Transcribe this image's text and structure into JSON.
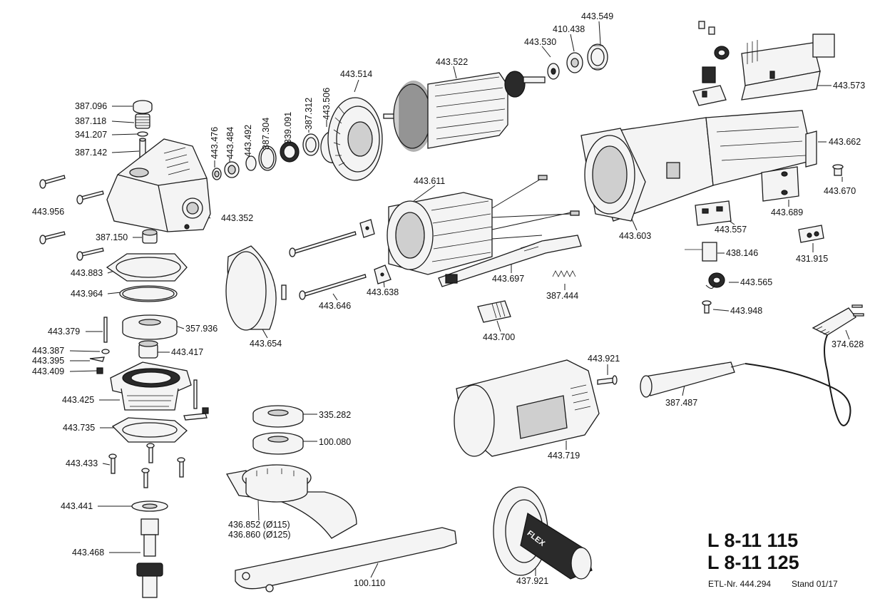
{
  "title": {
    "line1": "L 8-11 115",
    "line2": "L 8-11 125"
  },
  "footer": {
    "etl": "ETL-Nr. 444.294",
    "stand": "Stand 01/17"
  },
  "parts": {
    "p387_096": "387.096",
    "p387_118": "387.118",
    "p341_207": "341.207",
    "p387_142": "387.142",
    "p443_956": "443.956",
    "p443_352": "443.352",
    "p387_150": "387.150",
    "p443_883": "443.883",
    "p443_964": "443.964",
    "p443_379": "443.379",
    "p357_936": "357.936",
    "p443_387": "443.387",
    "p443_395": "443.395",
    "p443_409": "443.409",
    "p443_417": "443.417",
    "p443_425": "443.425",
    "p443_735": "443.735",
    "p443_433": "443.433",
    "p443_441": "443.441",
    "p443_468": "443.468",
    "p443_476": "443.476",
    "p443_484": "443.484",
    "p443_492": "443.492",
    "p387_304": "387.304",
    "p339_091": "339.091",
    "p387_312": "387.312",
    "p443_506": "443.506",
    "p443_514": "443.514",
    "p443_522": "443.522",
    "p443_530": "443.530",
    "p410_438": "410.438",
    "p443_549": "443.549",
    "p443_573": "443.573",
    "p443_662": "443.662",
    "p443_670": "443.670",
    "p443_689": "443.689",
    "p443_603": "443.603",
    "p443_557": "443.557",
    "p438_146": "438.146",
    "p431_915": "431.915",
    "p443_565": "443.565",
    "p443_948": "443.948",
    "p443_611": "443.611",
    "p443_697": "443.697",
    "p387_444": "387.444",
    "p443_646": "443.646",
    "p443_638": "443.638",
    "p443_654": "443.654",
    "p443_700": "443.700",
    "p443_921": "443.921",
    "p374_628": "374.628",
    "p387_487": "387.487",
    "p443_719": "443.719",
    "p335_282": "335.282",
    "p100_080": "100.080",
    "p436_852": "436.852 (Ø115)",
    "p436_860": "436.860 (Ø125)",
    "p100_110": "100.110",
    "p437_921": "437.921"
  },
  "icons": {
    "brand_logo": "FLEX"
  }
}
